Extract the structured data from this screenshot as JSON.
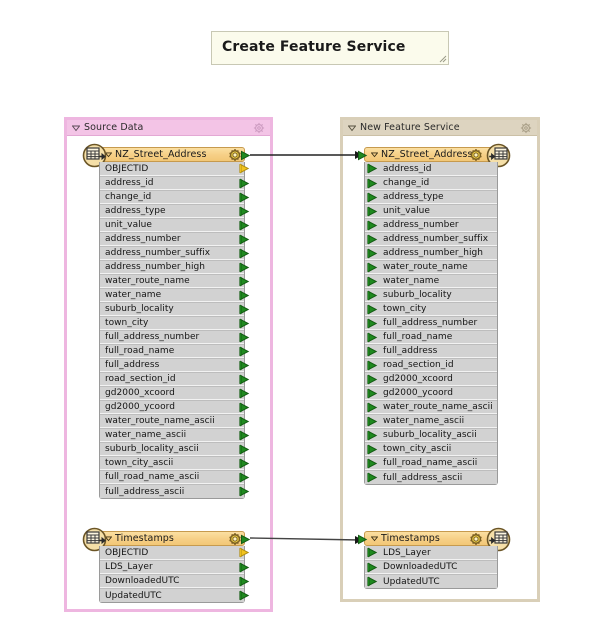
{
  "title_box": {
    "text": "Create Feature Service",
    "resize_grip_icon": "resize-grip-icon"
  },
  "colors": {
    "page_background": "#ffffff",
    "source_group_border": "#eeb6e0",
    "source_group_header": "#f3c4e6",
    "target_group_border": "#d9cfb8",
    "target_group_header": "#ddd4c0",
    "node_header": "#f6cf86",
    "field_row": "#d2d2d2",
    "port_green": "#1f8a1f",
    "port_yellow": "#f2c31e",
    "connector": "#222222",
    "title_background": "#fbfbec"
  },
  "groups": [
    {
      "id": "source",
      "label": "Source Data",
      "collapse_icon": "triangle-down-icon",
      "gear_icon": "gear-icon"
    },
    {
      "id": "target",
      "label": "New Feature Service",
      "collapse_icon": "triangle-down-icon",
      "gear_icon": "gear-icon"
    }
  ],
  "nodes": [
    {
      "id": "src-address",
      "group": "source",
      "label": "NZ_Street_Address",
      "side": "source",
      "collapse_icon": "triangle-down-icon",
      "gear_icon": "gear-icon",
      "badge_icon": "database-table-icon",
      "output_port_icon": "output-arrow-icon",
      "fields": [
        {
          "name": "OBJECTID",
          "port": "yellow"
        },
        {
          "name": "address_id",
          "port": "green"
        },
        {
          "name": "change_id",
          "port": "green"
        },
        {
          "name": "address_type",
          "port": "green"
        },
        {
          "name": "unit_value",
          "port": "green"
        },
        {
          "name": "address_number",
          "port": "green"
        },
        {
          "name": "address_number_suffix",
          "port": "green"
        },
        {
          "name": "address_number_high",
          "port": "green"
        },
        {
          "name": "water_route_name",
          "port": "green"
        },
        {
          "name": "water_name",
          "port": "green"
        },
        {
          "name": "suburb_locality",
          "port": "green"
        },
        {
          "name": "town_city",
          "port": "green"
        },
        {
          "name": "full_address_number",
          "port": "green"
        },
        {
          "name": "full_road_name",
          "port": "green"
        },
        {
          "name": "full_address",
          "port": "green"
        },
        {
          "name": "road_section_id",
          "port": "green"
        },
        {
          "name": "gd2000_xcoord",
          "port": "green"
        },
        {
          "name": "gd2000_ycoord",
          "port": "green"
        },
        {
          "name": "water_route_name_ascii",
          "port": "green"
        },
        {
          "name": "water_name_ascii",
          "port": "green"
        },
        {
          "name": "suburb_locality_ascii",
          "port": "green"
        },
        {
          "name": "town_city_ascii",
          "port": "green"
        },
        {
          "name": "full_road_name_ascii",
          "port": "green"
        },
        {
          "name": "full_address_ascii",
          "port": "green"
        }
      ]
    },
    {
      "id": "src-timestamps",
      "group": "source",
      "label": "Timestamps",
      "side": "source",
      "collapse_icon": "triangle-down-icon",
      "gear_icon": "gear-icon",
      "badge_icon": "database-table-icon",
      "output_port_icon": "output-arrow-icon",
      "fields": [
        {
          "name": "OBJECTID",
          "port": "yellow"
        },
        {
          "name": "LDS_Layer",
          "port": "green"
        },
        {
          "name": "DownloadedUTC",
          "port": "green"
        },
        {
          "name": "UpdatedUTC",
          "port": "green"
        }
      ]
    },
    {
      "id": "tgt-address",
      "group": "target",
      "label": "NZ_Street_Address",
      "side": "target",
      "collapse_icon": "triangle-down-icon",
      "gear_icon": "gear-icon",
      "badge_icon": "database-table-icon",
      "input_port_icon": "input-arrow-icon",
      "fields": [
        {
          "name": "address_id",
          "port": "green"
        },
        {
          "name": "change_id",
          "port": "green"
        },
        {
          "name": "address_type",
          "port": "green"
        },
        {
          "name": "unit_value",
          "port": "green"
        },
        {
          "name": "address_number",
          "port": "green"
        },
        {
          "name": "address_number_suffix",
          "port": "green"
        },
        {
          "name": "address_number_high",
          "port": "green"
        },
        {
          "name": "water_route_name",
          "port": "green"
        },
        {
          "name": "water_name",
          "port": "green"
        },
        {
          "name": "suburb_locality",
          "port": "green"
        },
        {
          "name": "town_city",
          "port": "green"
        },
        {
          "name": "full_address_number",
          "port": "green"
        },
        {
          "name": "full_road_name",
          "port": "green"
        },
        {
          "name": "full_address",
          "port": "green"
        },
        {
          "name": "road_section_id",
          "port": "green"
        },
        {
          "name": "gd2000_xcoord",
          "port": "green"
        },
        {
          "name": "gd2000_ycoord",
          "port": "green"
        },
        {
          "name": "water_route_name_ascii",
          "port": "green"
        },
        {
          "name": "water_name_ascii",
          "port": "green"
        },
        {
          "name": "suburb_locality_ascii",
          "port": "green"
        },
        {
          "name": "town_city_ascii",
          "port": "green"
        },
        {
          "name": "full_road_name_ascii",
          "port": "green"
        },
        {
          "name": "full_address_ascii",
          "port": "green"
        }
      ]
    },
    {
      "id": "tgt-timestamps",
      "group": "target",
      "label": "Timestamps",
      "side": "target",
      "collapse_icon": "triangle-down-icon",
      "gear_icon": "gear-icon",
      "badge_icon": "database-table-icon",
      "input_port_icon": "input-arrow-icon",
      "fields": [
        {
          "name": "LDS_Layer",
          "port": "green"
        },
        {
          "name": "DownloadedUTC",
          "port": "green"
        },
        {
          "name": "UpdatedUTC",
          "port": "green"
        }
      ]
    }
  ],
  "connections": [
    {
      "from": "src-address",
      "to": "tgt-address"
    },
    {
      "from": "src-timestamps",
      "to": "tgt-timestamps"
    }
  ]
}
